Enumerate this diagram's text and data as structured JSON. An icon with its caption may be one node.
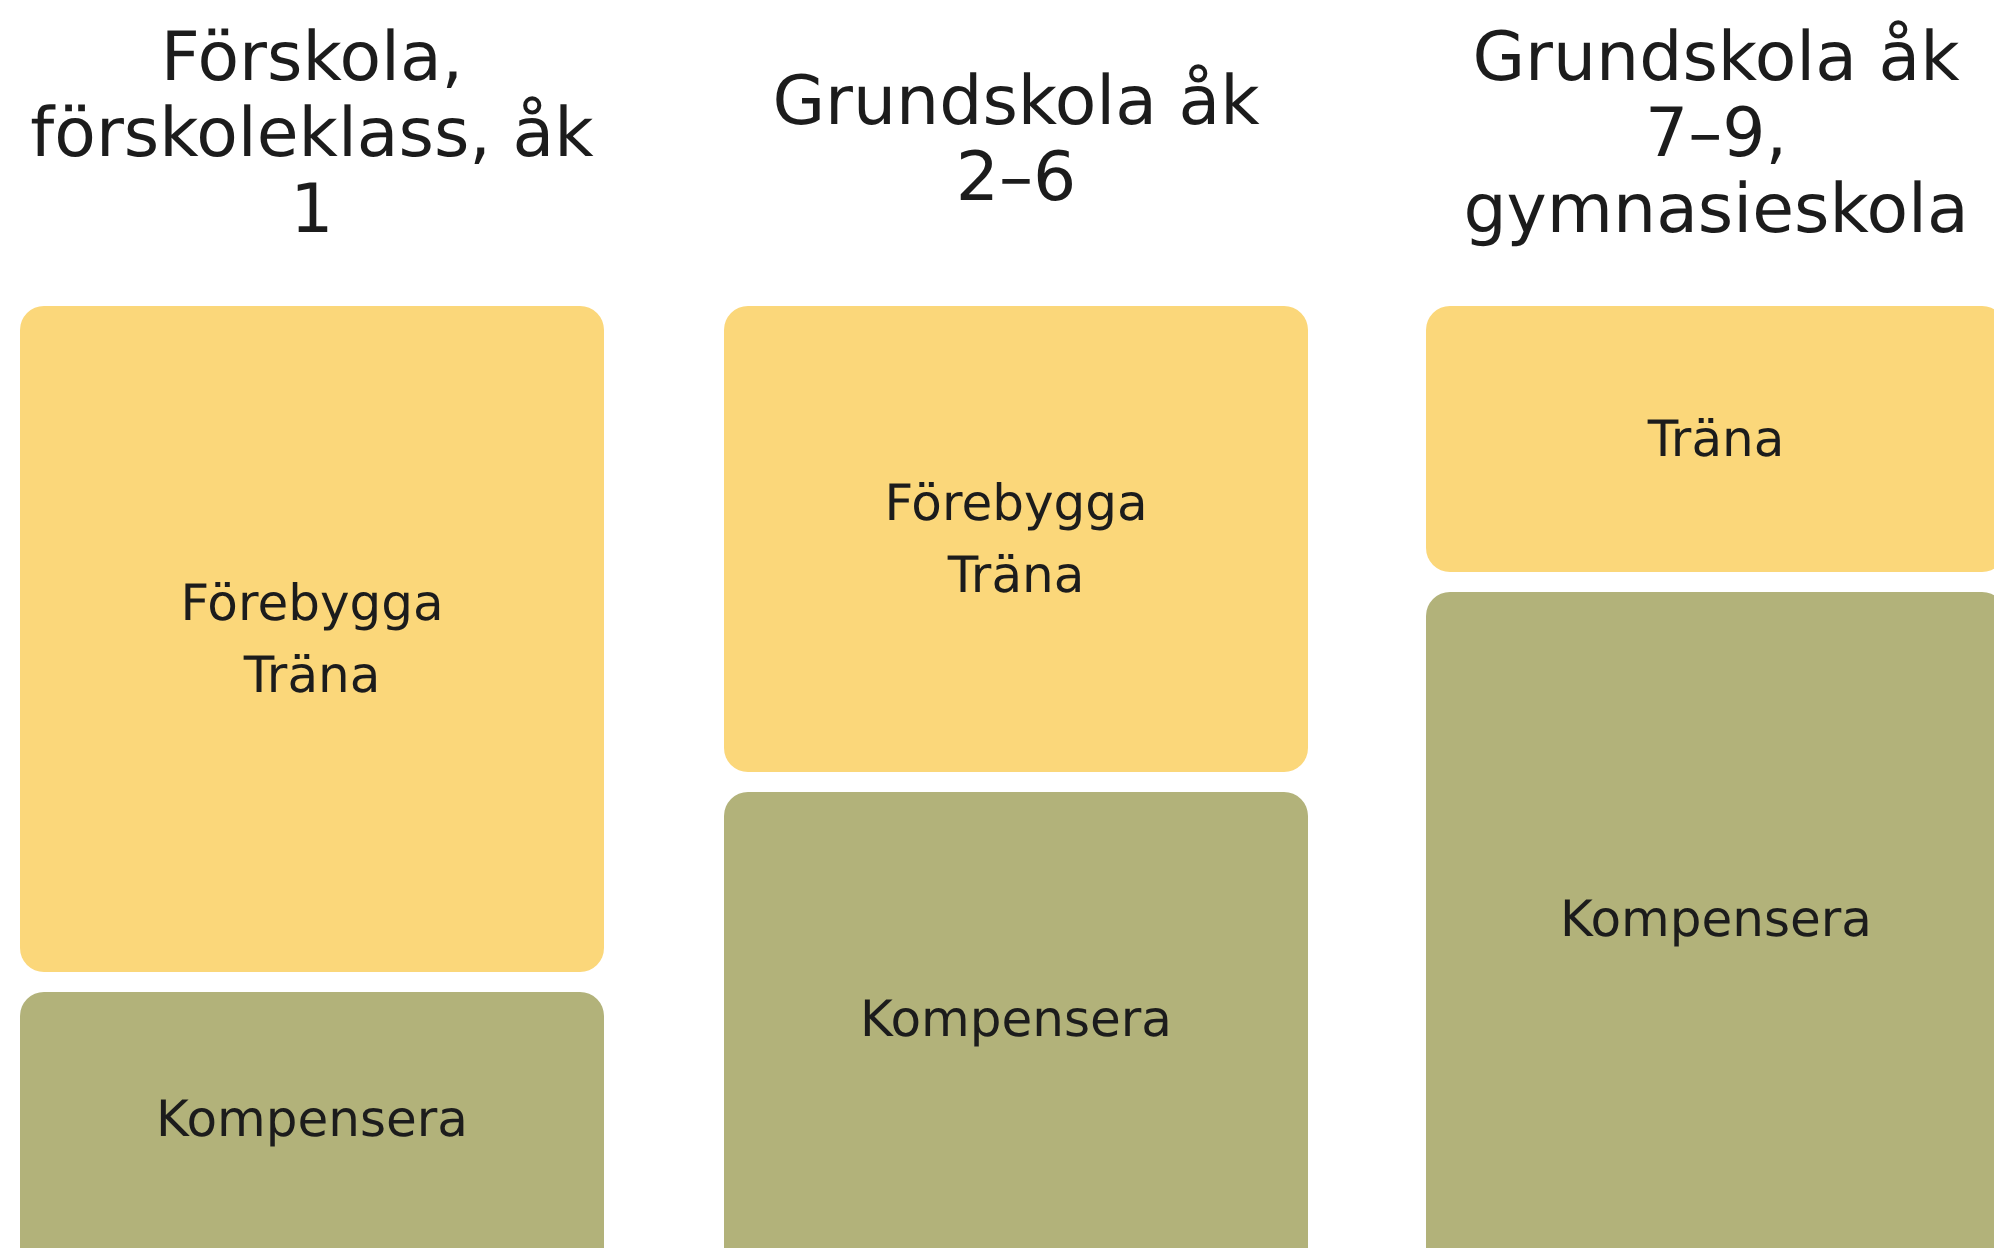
{
  "diagram": {
    "nodes": [
      {
        "text": [
          "Förebygga",
          "Träna"
        ]
      },
      {
        "text": [
          "Kompensera"
        ]
      },
      {
        "text": [
          "Förebygga",
          "Träna"
        ]
      },
      {
        "text": [
          "Kompensera"
        ]
      },
      {
        "text": [
          "Träna"
        ]
      },
      {
        "text": [
          "Kompensera"
        ]
      }
    ],
    "labels": [
      "Förskola, förskoleklass, åk 1",
      "Grundskola åk 2–6",
      "Grundskola åk 7–9, gymnasieskola"
    ]
  }
}
